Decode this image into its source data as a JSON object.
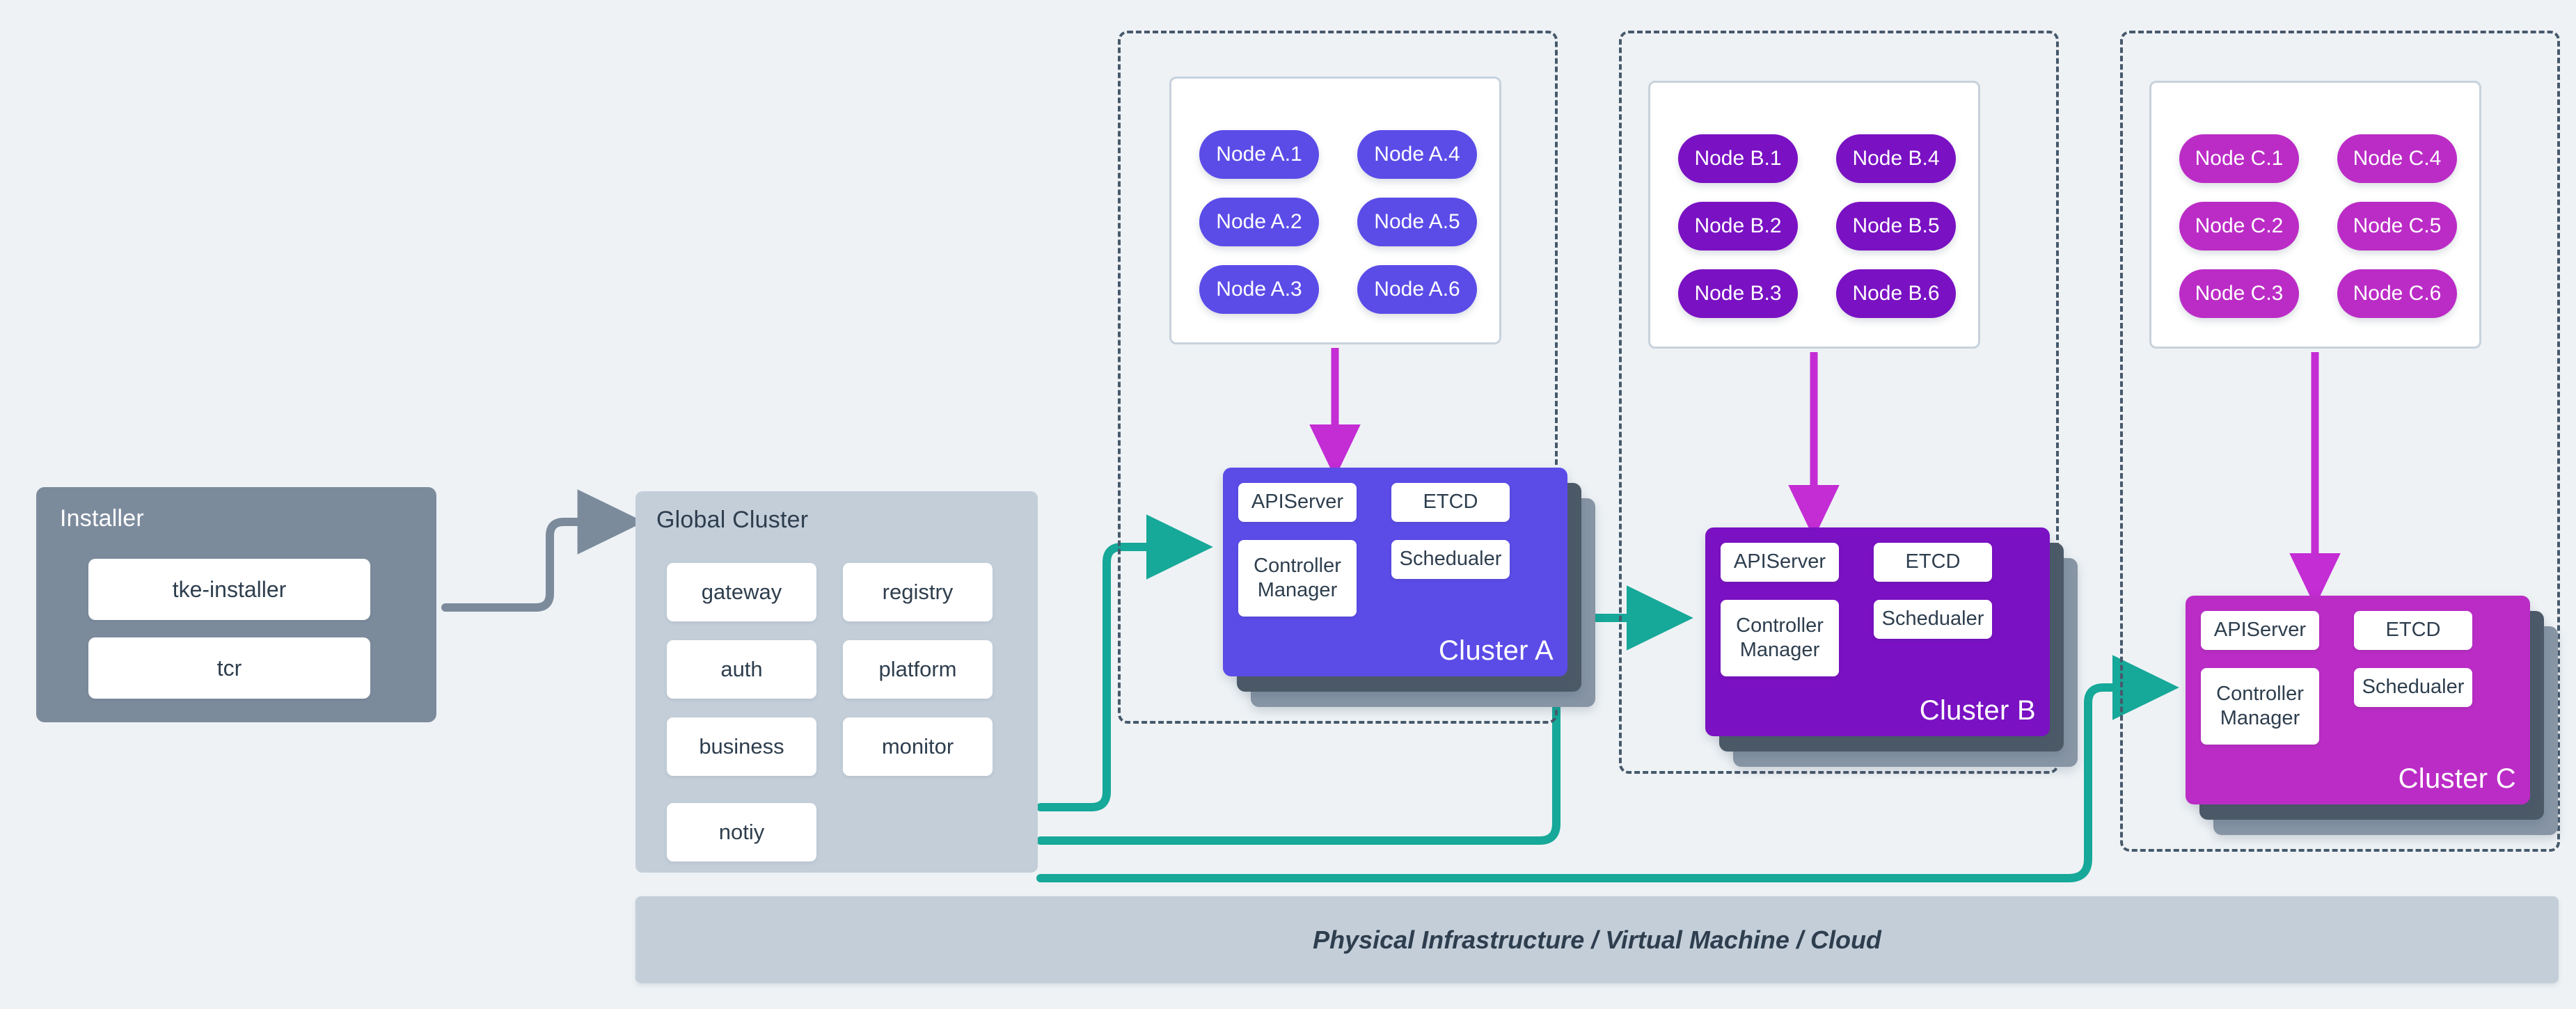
{
  "installer": {
    "title": "Installer",
    "items": [
      {
        "label": "tke-installer"
      },
      {
        "label": "tcr"
      }
    ]
  },
  "global_cluster": {
    "title": "Global Cluster",
    "items": [
      {
        "label": "gateway"
      },
      {
        "label": "registry"
      },
      {
        "label": "auth"
      },
      {
        "label": "platform"
      },
      {
        "label": "business"
      },
      {
        "label": "monitor"
      },
      {
        "label": "notiy"
      }
    ]
  },
  "clusters": [
    {
      "name": "Cluster A",
      "node_color": "#5b4ce8",
      "plane_color": "#5b4ce8",
      "nodes": [
        "Node A.1",
        "Node A.2",
        "Node A.3",
        "Node A.4",
        "Node A.5",
        "Node A.6"
      ],
      "control_plane": {
        "apiserver": "APIServer",
        "etcd": "ETCD",
        "controller_manager": "Controller Manager",
        "scheduler": "Schedualer"
      }
    },
    {
      "name": "Cluster B",
      "node_color": "#7a11c3",
      "plane_color": "#7a11c3",
      "nodes": [
        "Node B.1",
        "Node B.2",
        "Node B.3",
        "Node B.4",
        "Node B.5",
        "Node B.6"
      ],
      "control_plane": {
        "apiserver": "APIServer",
        "etcd": "ETCD",
        "controller_manager": "Controller Manager",
        "scheduler": "Schedualer"
      }
    },
    {
      "name": "Cluster C",
      "node_color": "#bb2cc6",
      "plane_color": "#bb2cc6",
      "nodes": [
        "Node C.1",
        "Node C.2",
        "Node C.3",
        "Node C.4",
        "Node C.5",
        "Node C.6"
      ],
      "control_plane": {
        "apiserver": "APIServer",
        "etcd": "ETCD",
        "controller_manager": "Controller Manager",
        "scheduler": "Schedualer"
      }
    }
  ],
  "infrastructure": {
    "label": "Physical Infrastructure / Virtual Machine / Cloud"
  },
  "colors": {
    "background": "#eef2f5",
    "installer_panel": "#7c8b9c",
    "global_panel": "#c3ced9",
    "infra_panel": "#c3ced9",
    "zone_border": "#47596b",
    "text_dark": "#2e3e4e",
    "connector_teal": "#16a899",
    "connector_gray": "#7c8b9c",
    "arrow_magenta": "#c42cd4"
  }
}
